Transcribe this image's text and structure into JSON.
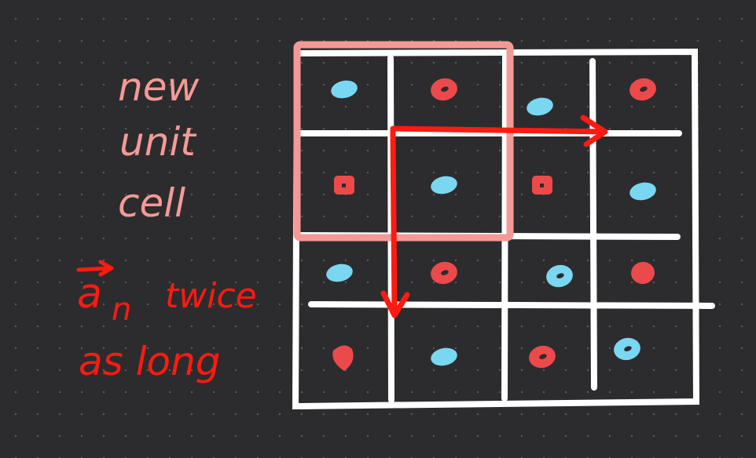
{
  "colors": {
    "background": "#2c2c2e",
    "grid_lines": "#ffffff",
    "unit_cell_box": "#f49a96",
    "arrows": "#ff1a12",
    "dot_red": "#ec4a4a",
    "dot_blue": "#7ad7f2"
  },
  "labels": {
    "new": "new",
    "unit": "unit",
    "cell": "cell",
    "vector": "a",
    "subscript": "n",
    "twice": "twice",
    "as_long": "as long"
  },
  "lattice": {
    "rows": 4,
    "cols": 4,
    "atoms": [
      {
        "row": 0,
        "col": 0,
        "color": "blue",
        "shape": "oval"
      },
      {
        "row": 0,
        "col": 1,
        "color": "red",
        "shape": "ring"
      },
      {
        "row": 0,
        "col": 2,
        "color": "blue",
        "shape": "oval"
      },
      {
        "row": 0,
        "col": 3,
        "color": "red",
        "shape": "ring"
      },
      {
        "row": 1,
        "col": 0,
        "color": "red",
        "shape": "square"
      },
      {
        "row": 1,
        "col": 1,
        "color": "blue",
        "shape": "oval"
      },
      {
        "row": 1,
        "col": 2,
        "color": "red",
        "shape": "square"
      },
      {
        "row": 1,
        "col": 3,
        "color": "blue",
        "shape": "oval"
      },
      {
        "row": 2,
        "col": 0,
        "color": "blue",
        "shape": "oval"
      },
      {
        "row": 2,
        "col": 1,
        "color": "red",
        "shape": "ring"
      },
      {
        "row": 2,
        "col": 2,
        "color": "blue",
        "shape": "ring"
      },
      {
        "row": 2,
        "col": 3,
        "color": "red",
        "shape": "blob"
      },
      {
        "row": 3,
        "col": 0,
        "color": "red",
        "shape": "heart"
      },
      {
        "row": 3,
        "col": 1,
        "color": "blue",
        "shape": "oval"
      },
      {
        "row": 3,
        "col": 2,
        "color": "red",
        "shape": "ring"
      },
      {
        "row": 3,
        "col": 3,
        "color": "blue",
        "shape": "ring"
      }
    ]
  }
}
